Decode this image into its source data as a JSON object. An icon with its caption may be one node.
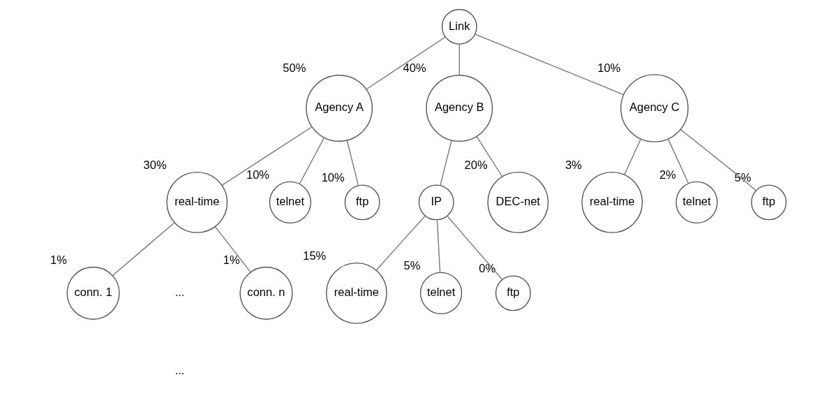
{
  "diagram": {
    "nodes": [
      {
        "text": [
          "Link"
        ]
      },
      {
        "text": [
          "Agency A"
        ],
        "beside": [
          "50%"
        ]
      },
      {
        "text": [
          "Agency B"
        ],
        "beside": [
          "40%"
        ]
      },
      {
        "text": [
          "Agency C"
        ],
        "beside": [
          "10%"
        ]
      },
      {
        "text": [
          "real-time"
        ],
        "beside": [
          "30%"
        ]
      },
      {
        "text": [
          "telnet"
        ],
        "beside": [
          "10%"
        ]
      },
      {
        "text": [
          "ftp"
        ],
        "beside": [
          "10%"
        ]
      },
      {
        "text": [
          "IP"
        ]
      },
      {
        "text": [
          "DEC-net"
        ],
        "beside": [
          "20%"
        ]
      },
      {
        "text": [
          "real-time"
        ],
        "beside": [
          "3%"
        ]
      },
      {
        "text": [
          "telnet"
        ],
        "beside": [
          "2%"
        ]
      },
      {
        "text": [
          "ftp"
        ],
        "beside": [
          "5%"
        ]
      },
      {
        "text": [
          "conn. 1"
        ],
        "beside": [
          "1%"
        ]
      },
      {
        "text": [
          "conn. n"
        ],
        "beside": [
          "1%"
        ]
      },
      {
        "text": [
          "real-time"
        ],
        "beside": [
          "15%"
        ]
      },
      {
        "text": [
          "telnet"
        ],
        "beside": [
          "5%"
        ]
      },
      {
        "text": [
          "ftp"
        ],
        "beside": [
          "0%"
        ]
      }
    ],
    "edges": [
      {
        "from": 0,
        "to": 1,
        "arrow": "none"
      },
      {
        "from": 0,
        "to": 2,
        "arrow": "none"
      },
      {
        "from": 0,
        "to": 3,
        "arrow": "none"
      },
      {
        "from": 1,
        "to": 4,
        "arrow": "none"
      },
      {
        "from": 1,
        "to": 5,
        "arrow": "none"
      },
      {
        "from": 1,
        "to": 6,
        "arrow": "none"
      },
      {
        "from": 2,
        "to": 7,
        "arrow": "none"
      },
      {
        "from": 2,
        "to": 8,
        "arrow": "none"
      },
      {
        "from": 3,
        "to": 9,
        "arrow": "none"
      },
      {
        "from": 3,
        "to": 10,
        "arrow": "none"
      },
      {
        "from": 3,
        "to": 11,
        "arrow": "none"
      },
      {
        "from": 4,
        "to": 12,
        "arrow": "none"
      },
      {
        "from": 4,
        "to": 13,
        "arrow": "none"
      },
      {
        "from": 7,
        "to": 14,
        "arrow": "none"
      },
      {
        "from": 7,
        "to": 15,
        "arrow": "none"
      },
      {
        "from": 7,
        "to": 16,
        "arrow": "none"
      }
    ],
    "labels": [
      "...",
      "..."
    ]
  }
}
